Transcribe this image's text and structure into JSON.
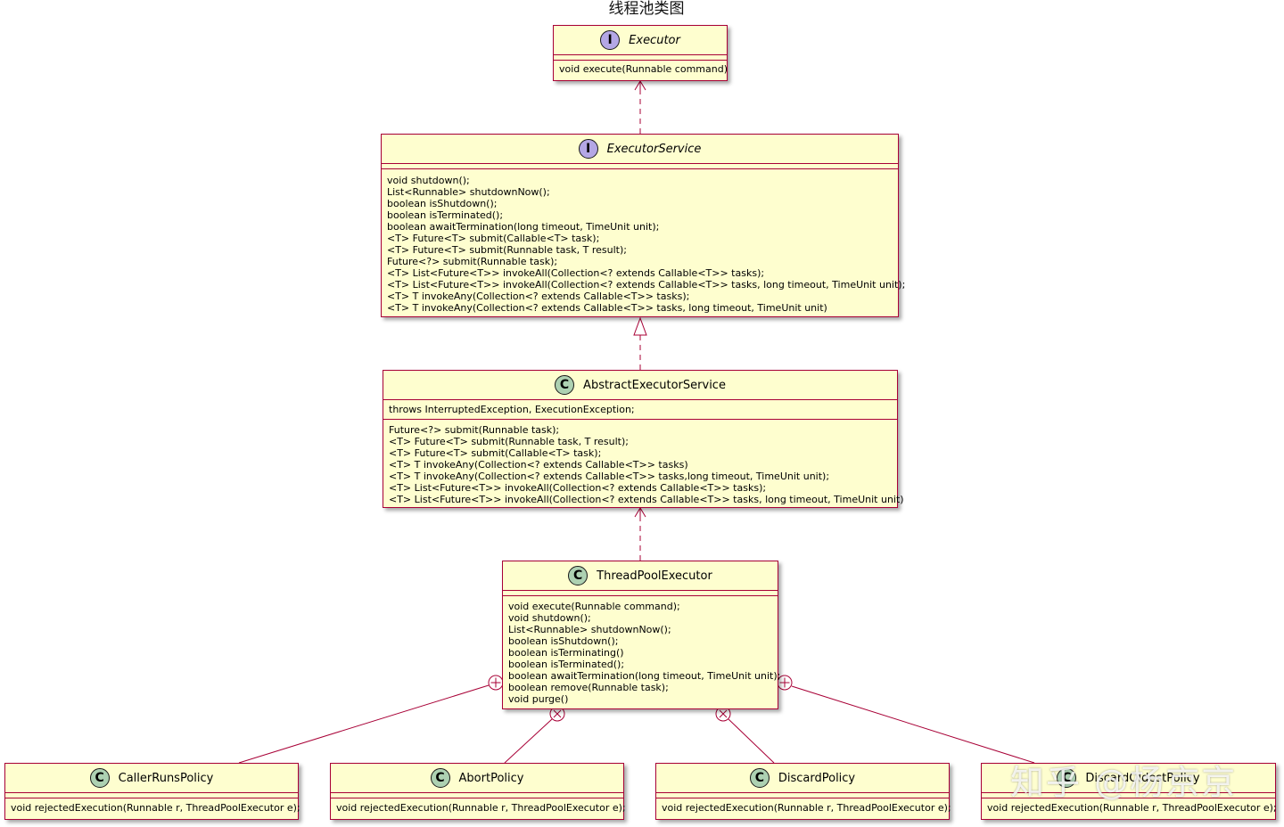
{
  "title": "线程池类图",
  "watermark": "知乎 @杨京京",
  "classes": {
    "executor": {
      "name": "Executor",
      "stereotype": "I",
      "fields": [],
      "methods": [
        "void execute(Runnable command)"
      ]
    },
    "executor_service": {
      "name": "ExecutorService",
      "stereotype": "I",
      "fields": [],
      "methods": [
        "void shutdown();",
        "List<Runnable> shutdownNow();",
        "boolean isShutdown();",
        "boolean isTerminated();",
        "boolean awaitTermination(long timeout, TimeUnit unit);",
        "<T> Future<T> submit(Callable<T> task);",
        "<T> Future<T> submit(Runnable task, T result);",
        "Future<?> submit(Runnable task);",
        "<T> List<Future<T>> invokeAll(Collection<? extends Callable<T>> tasks);",
        "<T> List<Future<T>> invokeAll(Collection<? extends Callable<T>> tasks, long timeout, TimeUnit unit);",
        "<T> T invokeAny(Collection<? extends Callable<T>> tasks);",
        "<T> T invokeAny(Collection<? extends Callable<T>> tasks, long timeout, TimeUnit unit)"
      ]
    },
    "abstract_executor_service": {
      "name": "AbstractExecutorService",
      "stereotype": "C",
      "fields": [
        "throws InterruptedException, ExecutionException;"
      ],
      "methods": [
        "Future<?> submit(Runnable task);",
        "<T> Future<T> submit(Runnable task, T result);",
        "<T> Future<T> submit(Callable<T> task);",
        "<T> T invokeAny(Collection<? extends Callable<T>> tasks)",
        "<T> T invokeAny(Collection<? extends Callable<T>> tasks,long timeout, TimeUnit unit);",
        "<T> List<Future<T>> invokeAll(Collection<? extends Callable<T>> tasks);",
        "<T> List<Future<T>> invokeAll(Collection<? extends Callable<T>> tasks, long timeout, TimeUnit unit)"
      ]
    },
    "thread_pool_executor": {
      "name": "ThreadPoolExecutor",
      "stereotype": "C",
      "fields": [],
      "methods": [
        "void execute(Runnable command);",
        "void shutdown();",
        "List<Runnable> shutdownNow();",
        "boolean isShutdown();",
        "boolean isTerminating()",
        "boolean isTerminated();",
        "boolean awaitTermination(long timeout, TimeUnit unit);",
        "boolean remove(Runnable task);",
        "void purge()"
      ]
    },
    "caller_runs_policy": {
      "name": "CallerRunsPolicy",
      "stereotype": "C",
      "fields": [],
      "methods": [
        "void rejectedExecution(Runnable r, ThreadPoolExecutor e);"
      ]
    },
    "abort_policy": {
      "name": "AbortPolicy",
      "stereotype": "C",
      "fields": [],
      "methods": [
        "void rejectedExecution(Runnable r, ThreadPoolExecutor e);"
      ]
    },
    "discard_policy": {
      "name": "DiscardPolicy",
      "stereotype": "C",
      "fields": [],
      "methods": [
        "void rejectedExecution(Runnable r, ThreadPoolExecutor e);"
      ]
    },
    "discard_oldest_policy": {
      "name": "DiscardOldestPolicy",
      "stereotype": "C",
      "fields": [],
      "methods": [
        "void rejectedExecution(Runnable r, ThreadPoolExecutor e);"
      ]
    }
  },
  "relations": [
    {
      "from": "executor_service",
      "to": "executor",
      "kind": "dependency"
    },
    {
      "from": "abstract_executor_service",
      "to": "executor_service",
      "kind": "realization"
    },
    {
      "from": "thread_pool_executor",
      "to": "abstract_executor_service",
      "kind": "dependency"
    },
    {
      "from": "caller_runs_policy",
      "to": "thread_pool_executor",
      "kind": "nested"
    },
    {
      "from": "abort_policy",
      "to": "thread_pool_executor",
      "kind": "nested"
    },
    {
      "from": "discard_policy",
      "to": "thread_pool_executor",
      "kind": "nested"
    },
    {
      "from": "discard_oldest_policy",
      "to": "thread_pool_executor",
      "kind": "nested"
    }
  ],
  "colors": {
    "border": "#a80036",
    "fill": "#fefecf",
    "interface_badge": "#b4a7e5",
    "class_badge": "#add1b2"
  }
}
